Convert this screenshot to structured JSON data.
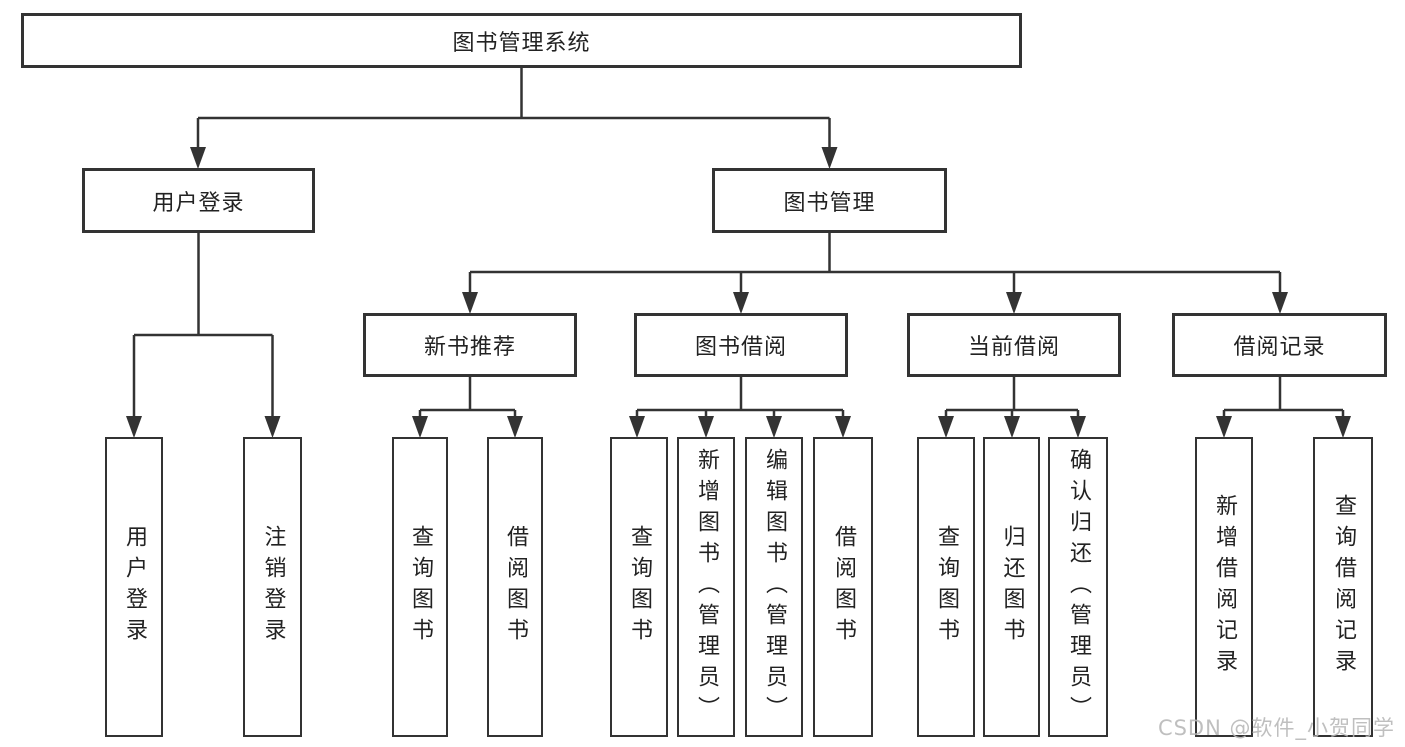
{
  "tree": {
    "root": {
      "label": "图书管理系统",
      "children": [
        {
          "label": "用户登录",
          "children": [
            {
              "label": "用户登录"
            },
            {
              "label": "注销登录"
            }
          ]
        },
        {
          "label": "图书管理",
          "children": [
            {
              "label": "新书推荐",
              "children": [
                {
                  "label": "查询图书"
                },
                {
                  "label": "借阅图书"
                }
              ]
            },
            {
              "label": "图书借阅",
              "children": [
                {
                  "label": "查询图书"
                },
                {
                  "label": "新增图书（管理员）"
                },
                {
                  "label": "编辑图书（管理员）"
                },
                {
                  "label": "借阅图书"
                }
              ]
            },
            {
              "label": "当前借阅",
              "children": [
                {
                  "label": "查询图书"
                },
                {
                  "label": "归还图书"
                },
                {
                  "label": "确认归还（管理员）"
                }
              ]
            },
            {
              "label": "借阅记录",
              "children": [
                {
                  "label": "新增借阅记录"
                },
                {
                  "label": "查询借阅记录"
                }
              ]
            }
          ]
        }
      ]
    }
  },
  "watermark": {
    "text": "CSDN @软件_小贺同学"
  },
  "colors": {
    "line": "#333333",
    "text": "#222222",
    "watermark_gray": "#b9b9b9",
    "background": "#ffffff"
  }
}
